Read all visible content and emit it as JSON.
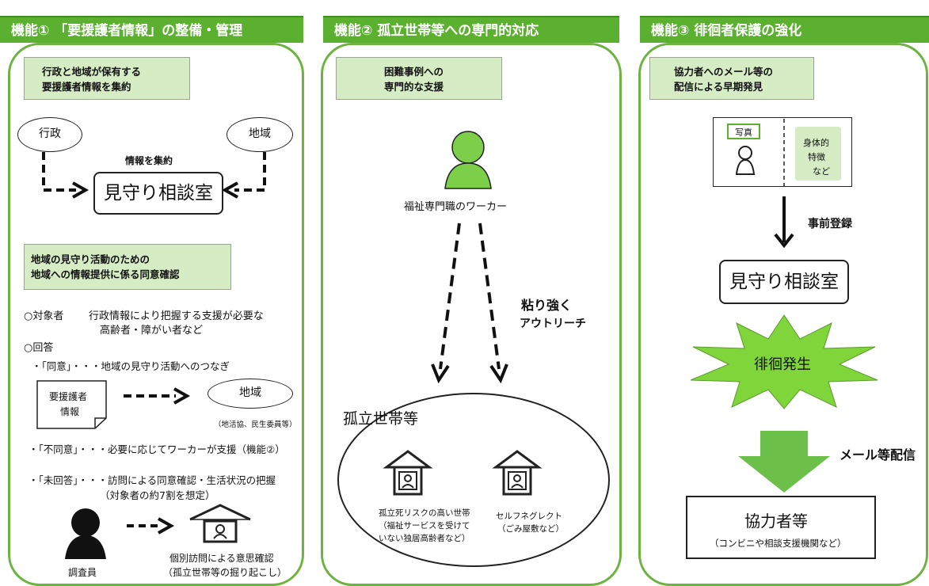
{
  "panel1": {
    "title": "機能① 「要援護者情報」の整備・管理",
    "box1": [
      "行政と地域が保有する",
      "要援護者情報を集約"
    ],
    "gyosei": "行政",
    "chiiki": "地域",
    "collect_label": "情報を集約",
    "center": "見守り相談室",
    "box2": [
      "地域の見守り活動のための",
      "地域への情報提供に係る同意確認"
    ],
    "target_label": "○対象者",
    "target_desc": [
      "行政情報により把握する支援が必要な",
      "高齢者・障がい者など"
    ],
    "answer_label": "○回答",
    "agree": "・「同意」・・・地域の見守り活動へのつなぎ",
    "doc": [
      "要援護者",
      "情報"
    ],
    "region": "地域",
    "region_note": "（地活協、民生委員等）",
    "disagree": "・「不同意」・・・必要に応じてワーカーが支援（機能②）",
    "noanswer": "・「未回答」・・・訪問による同意確認・生活状況の把握",
    "noanswer_note": "（対象者の約7割を想定）",
    "investigator": "調査員",
    "visit": [
      "個別訪問による意思確認",
      "（孤立世帯等の掘り起こし）"
    ]
  },
  "panel2": {
    "title": "機能② 孤立世帯等への専門的対応",
    "box": [
      "困難事例への",
      "専門的な支援"
    ],
    "worker": "福祉専門職のワーカー",
    "outreach": [
      "粘り強く",
      "アウトリーチ"
    ],
    "isolated": "孤立世帯等",
    "house1": [
      "孤立死リスクの高い世帯",
      "（福祉サービスを受けて",
      "いない独居高齢者など）"
    ],
    "house2": [
      "セルフネグレクト",
      "（ごみ屋敷など）"
    ]
  },
  "panel3": {
    "title": "機能③ 徘徊者保護の強化",
    "box": [
      "協力者へのメール等の",
      "配信による早期発見"
    ],
    "photo": "写真",
    "features": [
      "身体的",
      "特徴",
      "など"
    ],
    "preregister": "事前登録",
    "center": "見守り相談室",
    "wandering": "徘徊発生",
    "mail": "メール等配信",
    "cooperators": "協力者等",
    "cooperators_note": "（コンビニや相談支援機関など）"
  },
  "colors": {
    "green": "#5bb030",
    "light_green": "#d6ecc5",
    "star_green": "#7fd53a"
  }
}
